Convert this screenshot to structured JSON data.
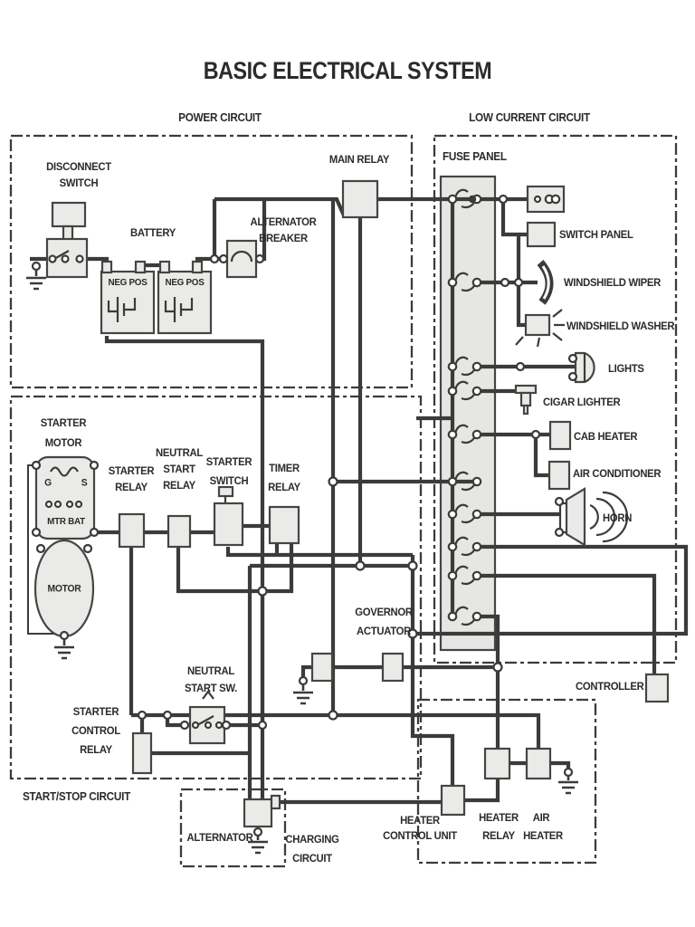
{
  "labels": {
    "title": "BASIC ELECTRICAL SYSTEM",
    "power_circuit": "POWER CIRCUIT",
    "low_current_circuit": "LOW CURRENT CIRCUIT",
    "fuse_panel": "FUSE PANEL",
    "start_stop_circuit": "START/STOP CIRCUIT",
    "charging_circuit": [
      "CHARGING",
      "CIRCUIT"
    ],
    "disconnect_switch": [
      "DISCONNECT",
      "SWITCH"
    ],
    "battery": "BATTERY",
    "neg_pos": "NEG POS",
    "alternator_breaker": [
      "ALTERNATOR",
      "BREAKER"
    ],
    "main_relay": "MAIN RELAY",
    "starter_motor": [
      "STARTER",
      "MOTOR"
    ],
    "solenoid": {
      "g": "G",
      "s": "S",
      "mtr_bat": "MTR BAT"
    },
    "motor": "MOTOR",
    "starter_relay": [
      "STARTER",
      "RELAY"
    ],
    "neutral_start_relay": [
      "NEUTRAL",
      "START",
      "RELAY"
    ],
    "starter_switch": [
      "STARTER",
      "SWITCH"
    ],
    "timer_relay": [
      "TIMER",
      "RELAY"
    ],
    "governor_actuator": [
      "GOVERNOR",
      "ACTUATOR"
    ],
    "neutral_start_sw": [
      "NEUTRAL",
      "START SW."
    ],
    "starter_control_relay": [
      "STARTER",
      "CONTROL",
      "RELAY"
    ],
    "alternator": "ALTERNATOR",
    "heater_control_unit": [
      "HEATER",
      "CONTROL UNIT"
    ],
    "heater_relay": [
      "HEATER",
      "RELAY"
    ],
    "air_heater": [
      "AIR",
      "HEATER"
    ],
    "controller": "CONTROLLER",
    "switch_panel": "SWITCH PANEL",
    "windshield_wiper": "WINDSHIELD WIPER",
    "windshield_washer": "WINDSHIELD WASHER",
    "lights": "LIGHTS",
    "cigar_lighter": "CIGAR LIGHTER",
    "cab_heater": "CAB HEATER",
    "air_conditioner": "AIR CONDITIONER",
    "horn": "HORN"
  },
  "fuse_panel_info": {
    "fuse_count": 10
  },
  "icons": [
    "ground-icon",
    "key-icon",
    "wiper-blade-icon",
    "light-bulb-icon",
    "horn-speaker-icon",
    "spray-icon",
    "hour-meter-icon",
    "battery-cell-icon",
    "fuse-icon",
    "switch-contact-icon",
    "coil-icon",
    "cigar-plug-icon"
  ],
  "colors": {
    "wire": "#3b3b39",
    "box_fill": "#eaeae8",
    "box_stroke": "#454543",
    "panel_fill": "#e6e6e4",
    "background": "#ffffff",
    "text": "#2b2b29"
  }
}
